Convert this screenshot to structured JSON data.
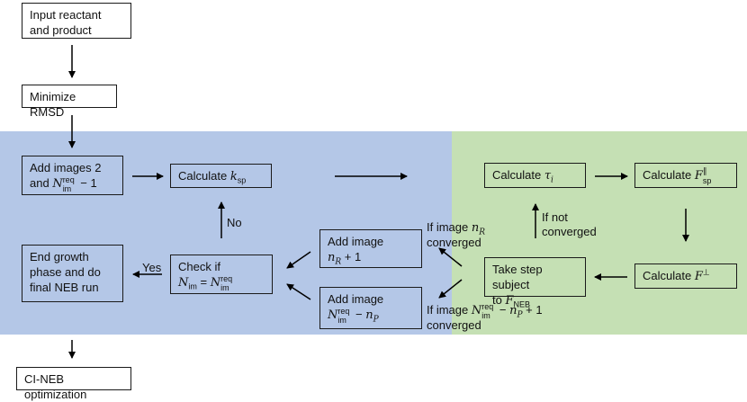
{
  "colors": {
    "blue_region": "#b4c7e7",
    "green_region": "#c5e0b4",
    "stroke": "#000000"
  },
  "nodes": {
    "input": [
      "Input reactant",
      "and product"
    ],
    "minimize": "Minimize RMSD",
    "add_images": {
      "line1": "Add images 2",
      "line2_pre": "and ",
      "N": "N",
      "sup": "req",
      "sub": "im",
      "tail": " − 1"
    },
    "calc_ksp": {
      "text": "Calculate ",
      "sym": "k",
      "sub": "sp"
    },
    "end_growth": [
      "End growth",
      "phase and do",
      "final NEB run"
    ],
    "check_if": {
      "line1": "Check if",
      "N": "N",
      "sub": "im",
      "eq": " = ",
      "N2": "N",
      "sup2": "req",
      "sub2": "im"
    },
    "add_nr": {
      "line1": "Add image",
      "sym": "n",
      "sub": "R",
      "tail": " + 1"
    },
    "add_np": {
      "line1": "Add image",
      "N": "N",
      "sup": "req",
      "sub": "im",
      "mid": " − ",
      "sym": "n",
      "sub2": "P"
    },
    "calc_tau": {
      "text": "Calculate ",
      "sym": "τ",
      "sub": "i"
    },
    "calc_fsp": {
      "text": "Calculate ",
      "sym": "F",
      "sup": "∥",
      "sub": "sp"
    },
    "take_step": {
      "line1": "Take step subject",
      "line2_pre": "to ",
      "sym": "F",
      "sub": "NEB"
    },
    "calc_fperp": {
      "text": "Calculate ",
      "sym": "F",
      "sup": "⊥"
    },
    "ci_neb": "CI-NEB optimization"
  },
  "edge_labels": {
    "no": "No",
    "yes": "Yes",
    "if_not_converged": [
      "If not",
      "converged"
    ],
    "if_nr": {
      "pre": "If image ",
      "sym": "n",
      "sub": "R",
      "line2": "converged"
    },
    "if_np": {
      "pre": "If image ",
      "N": "N",
      "sup": "req",
      "sub": "im",
      "mid": " − ",
      "sym": "n",
      "sub2": "P",
      "tail": " + 1",
      "line2": "converged"
    }
  }
}
